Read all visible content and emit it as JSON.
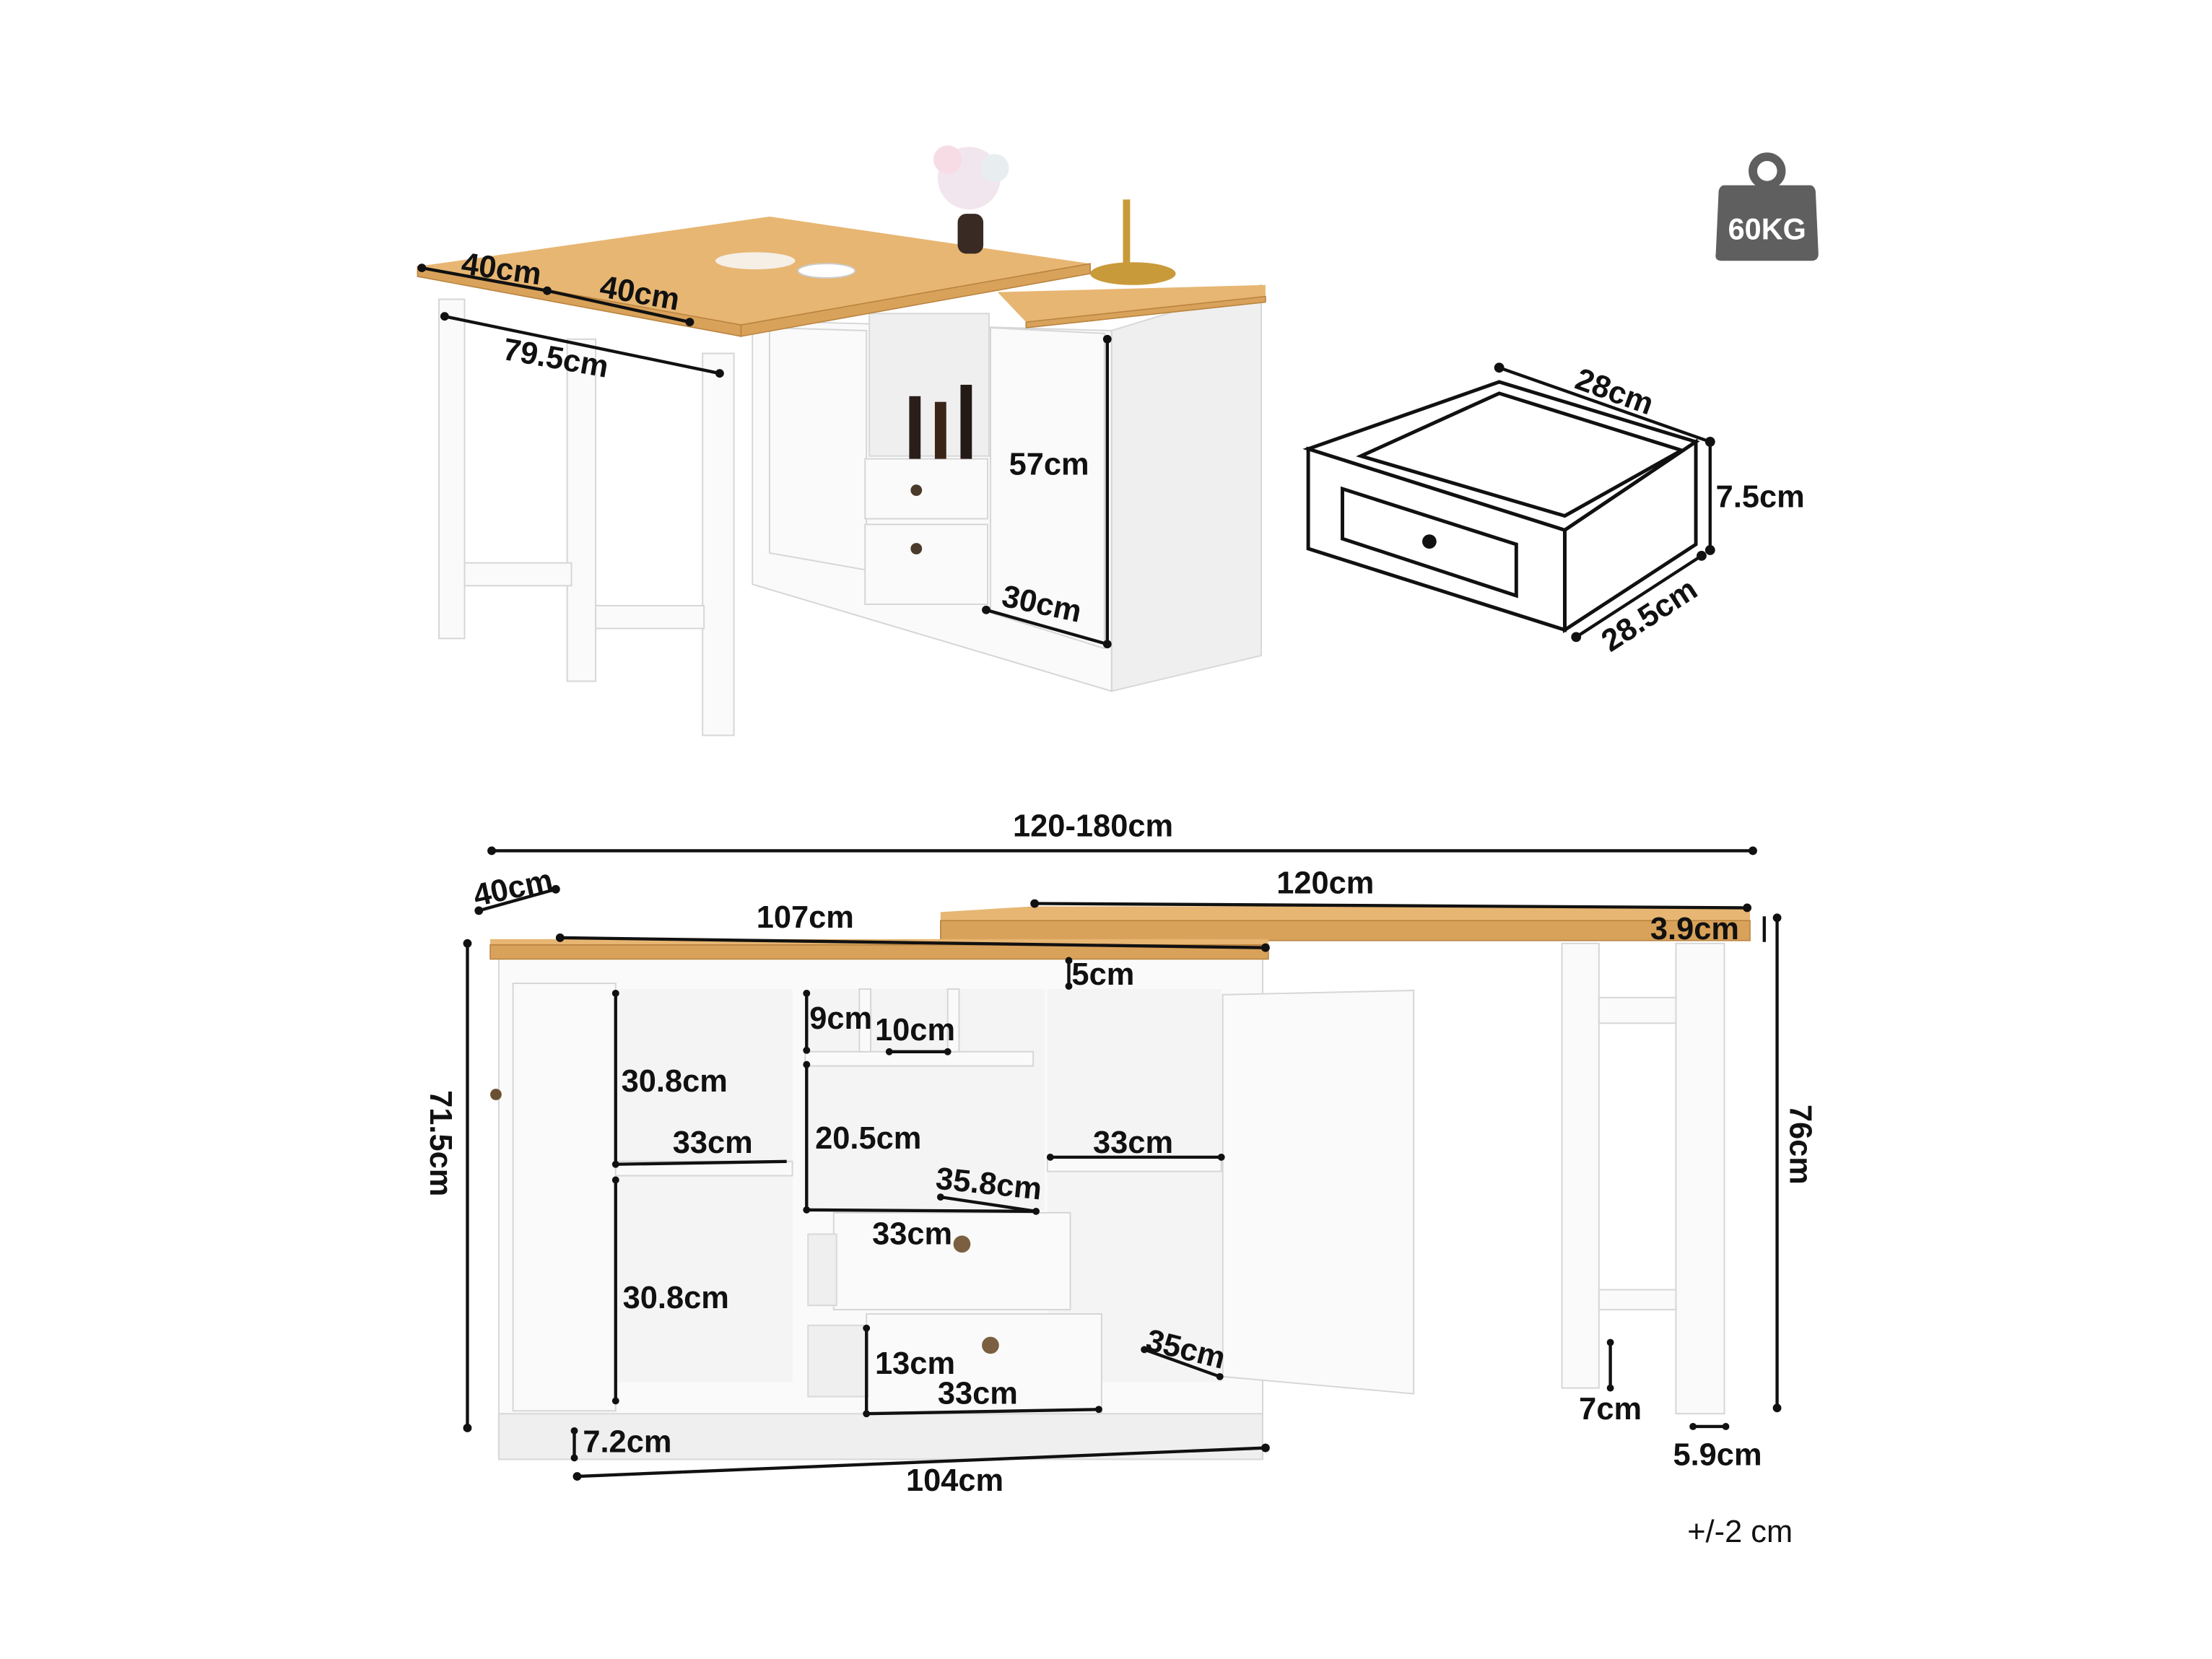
{
  "weight_badge": {
    "label": "60KG",
    "color": "#5f5f5f"
  },
  "top_view": {
    "table_depth_a": "40cm",
    "table_depth_b": "40cm",
    "table_length": "79.5cm",
    "cabinet_height": "57cm",
    "cabinet_depth": "30cm"
  },
  "drawer_view": {
    "depth": "28cm",
    "height": "7.5cm",
    "width": "28.5cm"
  },
  "front_view": {
    "total_length": "120-180cm",
    "extension_length": "120cm",
    "top_depth": "40cm",
    "top_length": "107cm",
    "top_thickness": "3.9cm",
    "rail_height": "5cm",
    "cubby_height": "9cm",
    "cubby_width": "10cm",
    "left_upper_height": "30.8cm",
    "left_upper_width": "33cm",
    "middle_height": "20.5cm",
    "right_shelf_width": "33cm",
    "middle_depth": "35.8cm",
    "drawer1_width": "33cm",
    "left_lower_height": "30.8cm",
    "drawer2_height": "13cm",
    "drawer2_width": "33cm",
    "right_depth": "35cm",
    "total_height": "71.5cm",
    "table_height": "76cm",
    "leg_rail": "7cm",
    "base_height": "7.2cm",
    "base_length": "104cm",
    "leg_width": "5.9cm",
    "tolerance": "+/-2 cm"
  }
}
